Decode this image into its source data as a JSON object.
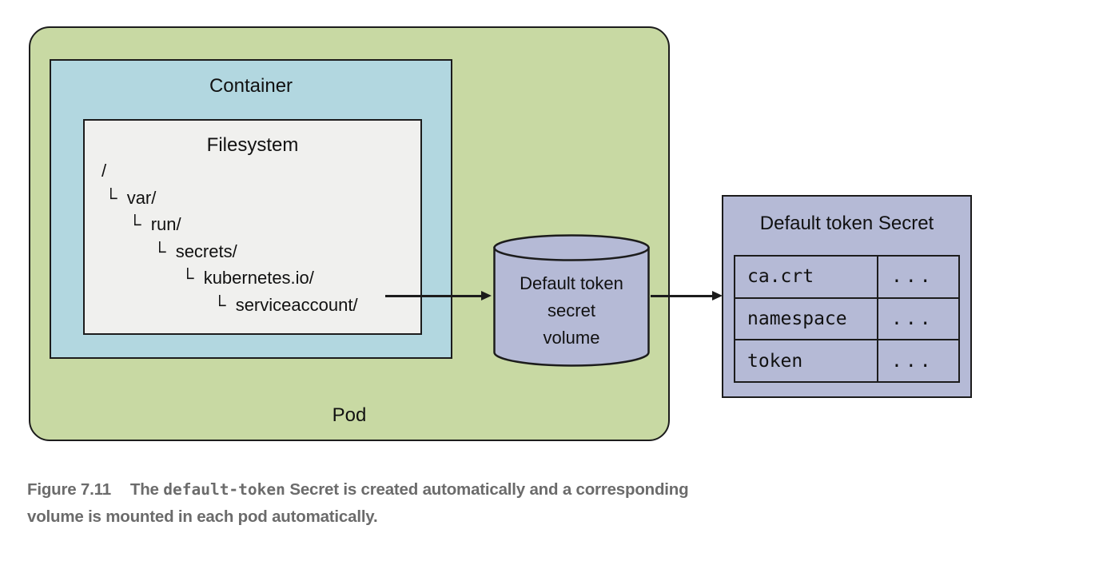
{
  "figure": {
    "pod_label": "Pod",
    "container_label": "Container",
    "filesystem_label": "Filesystem",
    "tree": [
      "/",
      "└ var/",
      "└ run/",
      "└ secrets/",
      "└ kubernetes.io/",
      "└ serviceaccount/"
    ],
    "volume_label_lines": [
      "Default token",
      "secret",
      "volume"
    ],
    "secret_title": "Default token Secret",
    "secret_entries": [
      {
        "key": "ca.crt",
        "value": "..."
      },
      {
        "key": "namespace",
        "value": "..."
      },
      {
        "key": "token",
        "value": "..."
      }
    ]
  },
  "caption": {
    "figure_label": "Figure 7.11",
    "text_before_code": "The ",
    "code": "default-token",
    "text_after_code": " Secret is created automatically and a corresponding",
    "line2": "volume is mounted in each pod automatically."
  },
  "colors": {
    "pod_fill": "#c8d9a3",
    "container_fill": "#b2d7e0",
    "filesystem_fill": "#f0f0ee",
    "volume_fill": "#b5bad6",
    "secret_fill": "#b5bad6",
    "outline": "#1c1c1c",
    "caption_text": "#6b6b6b"
  }
}
